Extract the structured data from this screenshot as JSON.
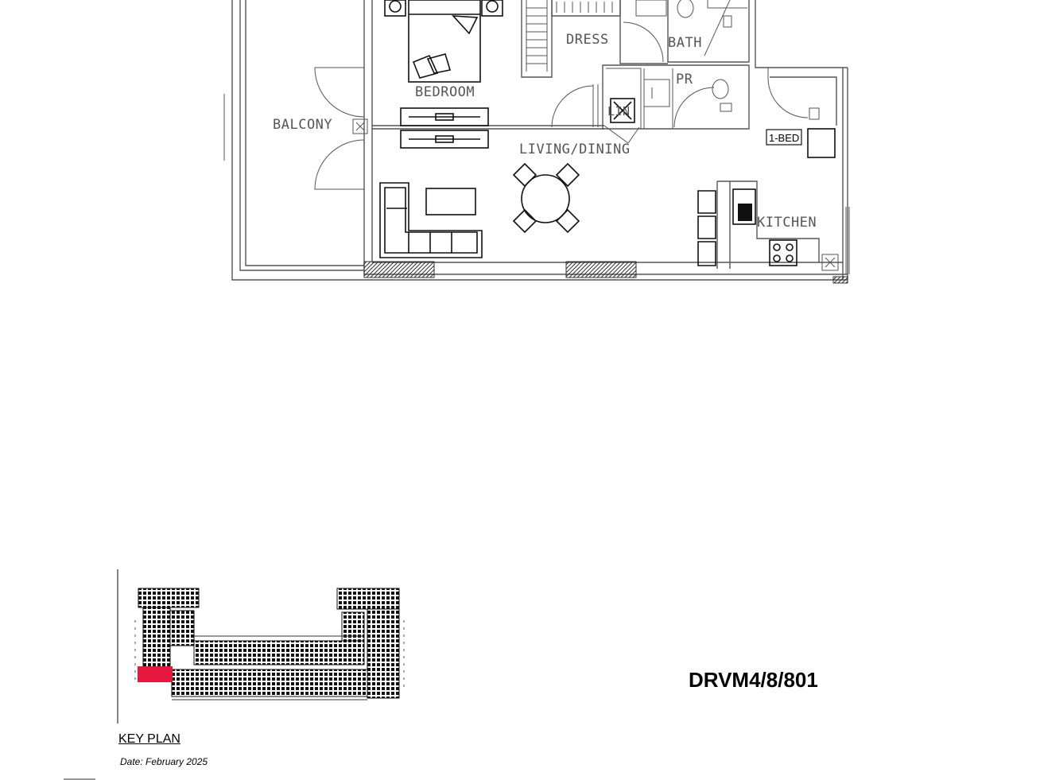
{
  "floor_plan": {
    "rooms": {
      "balcony": "BALCONY",
      "bedroom": "BEDROOM",
      "dress": "DRESS",
      "bath": "BATH",
      "pr": "PR",
      "linen": "LIN",
      "living_dining": "LIVING/DINING",
      "kitchen": "KITCHEN"
    },
    "unit_type_tag": "1-BED"
  },
  "key_plan": {
    "title": "KEY PLAN",
    "date": "Date: February 2025",
    "highlight_color": "#e8173e"
  },
  "unit_code": "DRVM4/8/801"
}
